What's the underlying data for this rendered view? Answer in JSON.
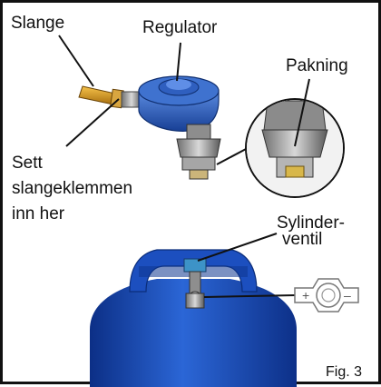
{
  "labels": {
    "hose": "Slange",
    "regulator": "Regulator",
    "gasket": "Pakning",
    "clamp_line1": "Sett",
    "clamp_line2": "slangeklemmen",
    "clamp_line3": "inn her",
    "valve_line1": "Sylinder-",
    "valve_line2": "ventil",
    "figure_number": "Fig. 3"
  },
  "valve_symbols": {
    "plus": "+",
    "minus": "–"
  },
  "colors": {
    "cylinder_blue": "#1f4fb5",
    "regulator_blue": "#2a5db8",
    "hose_gold": "#e0a11f",
    "frame": "#111111"
  }
}
